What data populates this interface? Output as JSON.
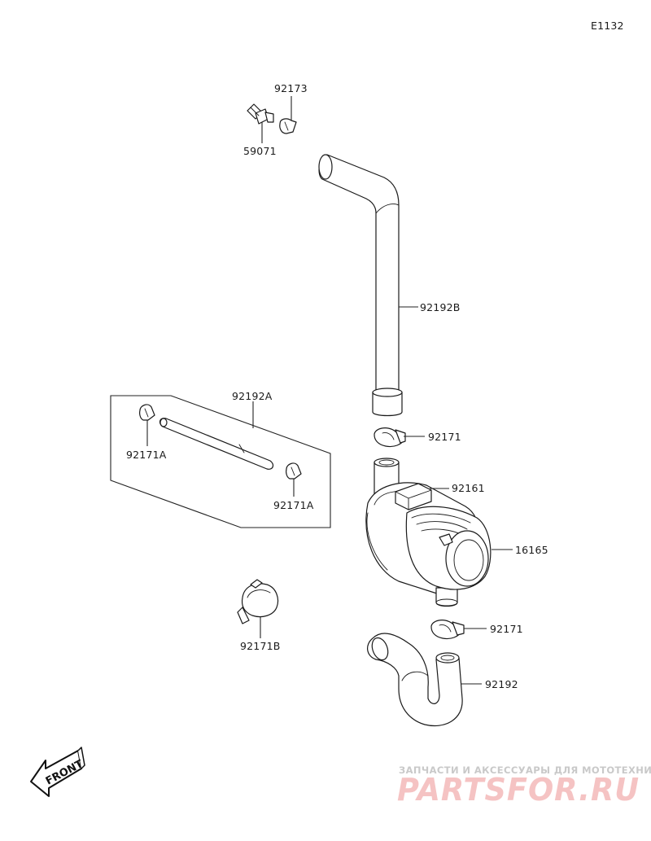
{
  "diagram_code": "E1132",
  "parts": {
    "p92173": "92173",
    "p59071": "59071",
    "p92192B": "92192B",
    "p92192A": "92192A",
    "p92171A_left": "92171A",
    "p92171A_right": "92171A",
    "p92171_upper": "92171",
    "p92161": "92161",
    "p16165": "16165",
    "p92171B": "92171B",
    "p92171_lower": "92171",
    "p92192": "92192"
  },
  "direction_marker": {
    "label": "FRONT"
  },
  "watermark": {
    "tagline": "ЗАПЧАСТИ И АКСЕССУАРЫ ДЛЯ МОТОТЕХНИКИ",
    "brand": "PARTSFOR.RU"
  },
  "colors": {
    "line": "#1a1a1a",
    "watermark_brand": "#f5c3c3",
    "watermark_tagline": "#c9c9c9"
  }
}
